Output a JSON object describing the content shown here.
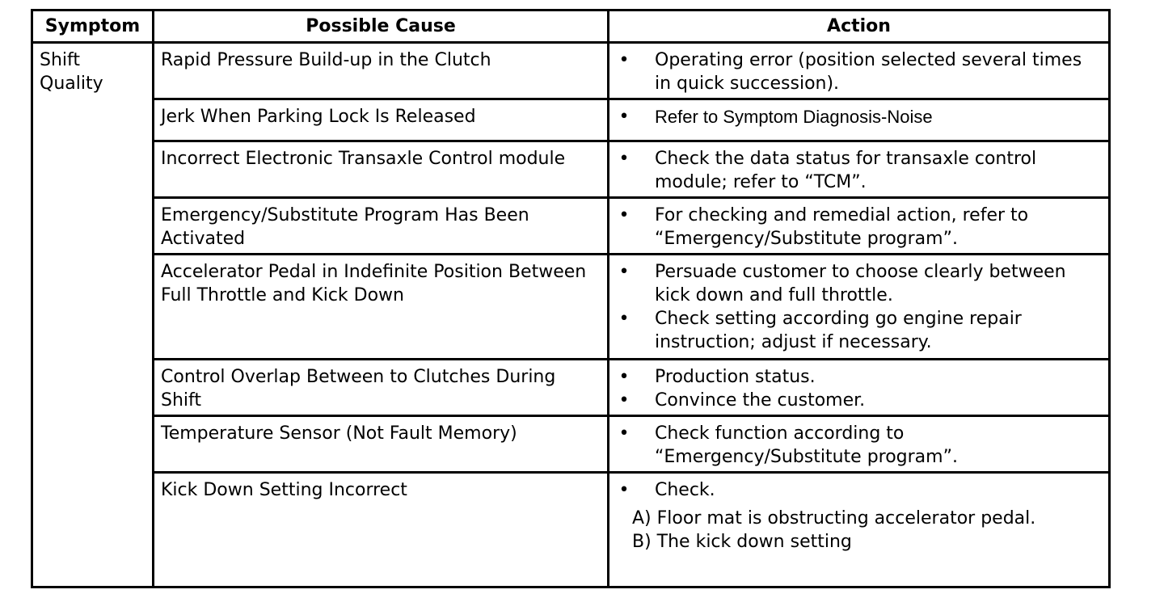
{
  "table": {
    "headers": {
      "symptom": "Symptom",
      "cause": "Possible Cause",
      "action": "Action"
    },
    "symptom": "Shift Quality",
    "bullet_glyph": "•",
    "rows": [
      {
        "cause": "Rapid Pressure Build-up in the Clutch",
        "actions": [
          "Operating error (position selected several times in quick succession)."
        ]
      },
      {
        "cause": "Jerk When Parking Lock Is Released",
        "actions": [
          "Refer to  Symptom Diagnosis-Noise"
        ]
      },
      {
        "cause": "Incorrect Electronic Transaxle Control module",
        "actions": [
          "Check the data status for transaxle control module; refer to “TCM”."
        ]
      },
      {
        "cause": "Emergency/Substitute Program Has Been Activated",
        "actions": [
          "For checking and remedial action, refer to “Emergency/Substitute program”."
        ]
      },
      {
        "cause": "Accelerator Pedal in Indefinite Position Between Full Throttle and Kick Down",
        "actions": [
          "Persuade customer to choose clearly between kick down and full throttle.",
          "Check setting according go engine repair instruction; adjust if necessary."
        ]
      },
      {
        "cause": "Control Overlap Between to Clutches During Shift",
        "actions": [
          "Production status.",
          "Convince the customer."
        ]
      },
      {
        "cause": "Temperature Sensor (Not Fault Memory)",
        "actions": [
          "Check function according to “Emergency/Substitute program”."
        ]
      },
      {
        "cause": "Kick Down Setting Incorrect",
        "actions": [
          "Check."
        ],
        "sub_items": [
          "A) Floor mat is obstructing accelerator pedal.",
          "B) The kick down setting"
        ]
      }
    ]
  }
}
